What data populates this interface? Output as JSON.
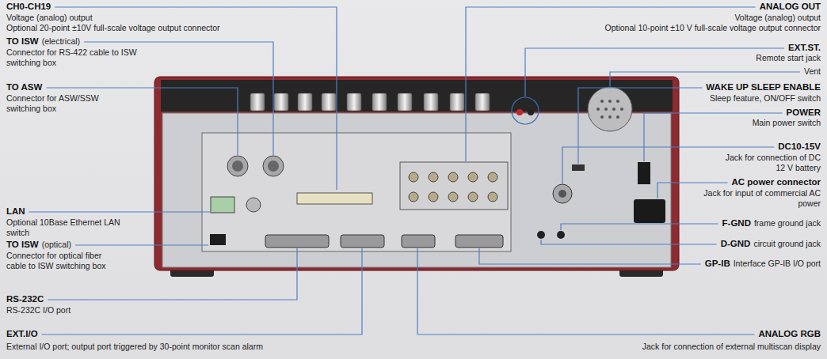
{
  "diagram": {
    "labels": [
      "CH0-CH19",
      "Voltage (analog) output",
      "Optional 20-point ±10V full-scale voltage output connector",
      "TO ISW",
      "(electrical)",
      "Connector for RS-422 cable to ISW switching box",
      "TO ASW",
      "Connector for ASW/SSW switching box",
      "LAN",
      "Optional 10Base Ethernet LAN switch",
      "TO ISW",
      "(optical)",
      "Connector for optical fiber cable to ISW switching box",
      "RS-232C",
      "RS-232C I/O port",
      "EXT.I/O",
      "External I/O port; output port triggered by 30-point monitor scan alarm",
      "ANALOG OUT",
      "Voltage (analog) output",
      "Optional 10-point ±10 V full-scale voltage output connector",
      "EXT.ST.",
      "Remote start jack",
      "Vent",
      "WAKE UP SLEEP ENABLE",
      "Sleep feature, ON/OFF switch",
      "POWER",
      "Main power switch",
      "DC10-15V",
      "Jack for connection of DC 12 V battery",
      "AC power connector",
      "Jack for input of commercial AC power",
      "F-GND",
      "frame ground jack",
      "D-GND",
      "circuit ground jack",
      "GP-IB",
      "Interface GP-IB I/O port",
      "ANALOG RGB",
      "Jack for connection of external multiscan display"
    ]
  }
}
